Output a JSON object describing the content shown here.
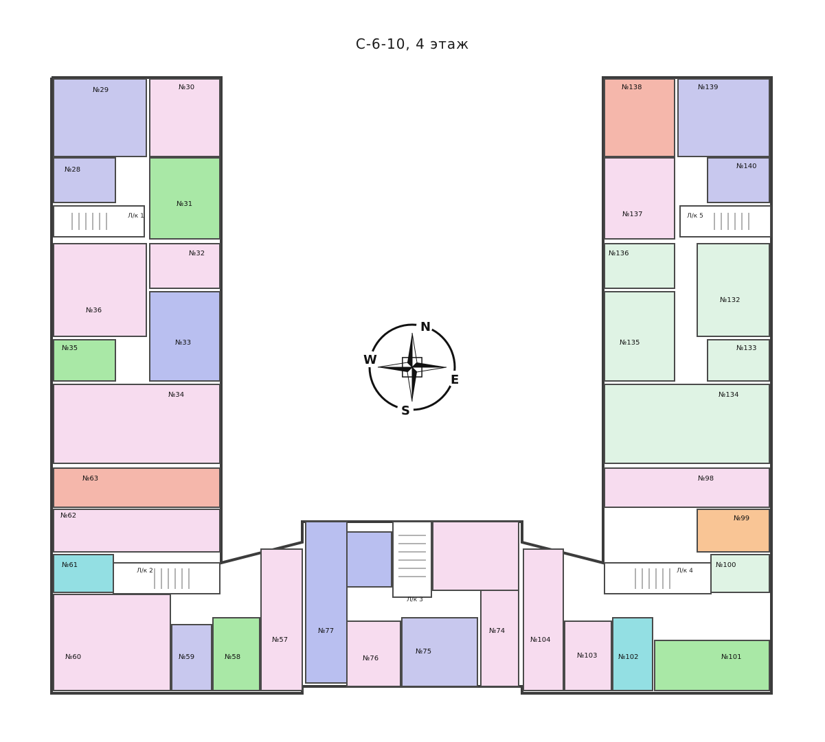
{
  "title": "С-6-10, 4 этаж",
  "compass": {
    "n": "N",
    "e": "E",
    "s": "S",
    "w": "W"
  },
  "colors": {
    "violet": "#c8c8ee",
    "pink": "#f7dcef",
    "green": "#a9e8a6",
    "lightgreen": "#dff3e4",
    "salmon": "#f5b7ab",
    "cyan": "#93dfe3",
    "orange": "#f9c595",
    "blue": "#b9bff0",
    "white": "#ffffff"
  },
  "apartments": [
    {
      "id": "29",
      "no": "№29",
      "c": "violet"
    },
    {
      "id": "30",
      "no": "№30",
      "c": "pink"
    },
    {
      "id": "28",
      "no": "№28",
      "c": "violet"
    },
    {
      "id": "31",
      "no": "№31",
      "c": "green"
    },
    {
      "id": "32",
      "no": "№32",
      "c": "pink"
    },
    {
      "id": "36",
      "no": "№36",
      "c": "pink"
    },
    {
      "id": "33",
      "no": "№33",
      "c": "blue"
    },
    {
      "id": "35",
      "no": "№35",
      "c": "green"
    },
    {
      "id": "34",
      "no": "№34",
      "c": "pink"
    },
    {
      "id": "63",
      "no": "№63",
      "c": "salmon"
    },
    {
      "id": "62",
      "no": "№62",
      "c": "pink"
    },
    {
      "id": "61",
      "no": "№61",
      "c": "cyan"
    },
    {
      "id": "60",
      "no": "№60",
      "c": "pink"
    },
    {
      "id": "59",
      "no": "№59",
      "c": "violet"
    },
    {
      "id": "58",
      "no": "№58",
      "c": "green"
    },
    {
      "id": "57",
      "no": "№57",
      "c": "pink"
    },
    {
      "id": "77",
      "no": "№77",
      "c": "blue"
    },
    {
      "id": "76",
      "no": "№76",
      "c": "pink"
    },
    {
      "id": "75",
      "no": "№75",
      "c": "violet"
    },
    {
      "id": "74",
      "no": "№74",
      "c": "pink"
    },
    {
      "id": "104",
      "no": "№104",
      "c": "pink"
    },
    {
      "id": "103",
      "no": "№103",
      "c": "pink"
    },
    {
      "id": "102",
      "no": "№102",
      "c": "cyan"
    },
    {
      "id": "101",
      "no": "№101",
      "c": "green"
    },
    {
      "id": "100",
      "no": "№100",
      "c": "lightgreen"
    },
    {
      "id": "99",
      "no": "№99",
      "c": "orange"
    },
    {
      "id": "98",
      "no": "№98",
      "c": "pink"
    },
    {
      "id": "134",
      "no": "№134",
      "c": "lightgreen"
    },
    {
      "id": "133",
      "no": "№133",
      "c": "lightgreen"
    },
    {
      "id": "135",
      "no": "№135",
      "c": "lightgreen"
    },
    {
      "id": "132",
      "no": "№132",
      "c": "lightgreen"
    },
    {
      "id": "136",
      "no": "№136",
      "c": "lightgreen"
    },
    {
      "id": "137",
      "no": "№137",
      "c": "pink"
    },
    {
      "id": "140",
      "no": "№140",
      "c": "violet"
    },
    {
      "id": "138",
      "no": "№138",
      "c": "salmon"
    },
    {
      "id": "139",
      "no": "№139",
      "c": "violet"
    }
  ],
  "corridors": [
    {
      "id": "lk1",
      "label": "Л/к 1"
    },
    {
      "id": "lk2",
      "label": "Л/к 2"
    },
    {
      "id": "lk3",
      "label": "Л/к 3"
    },
    {
      "id": "lk4",
      "label": "Л/к 4"
    },
    {
      "id": "lk5",
      "label": "Л/к 5"
    }
  ]
}
